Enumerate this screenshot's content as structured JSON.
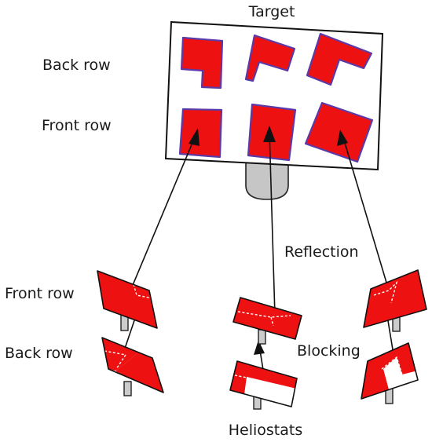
{
  "labels": {
    "target": "Target",
    "back_row_top": "Back row",
    "front_row_top": "Front row",
    "reflection": "Reflection",
    "front_row_bottom": "Front row",
    "back_row_bottom": "Back row",
    "blocking": "Blocking",
    "heliostats": "Heliostats"
  },
  "colors": {
    "heliostat_red": "#ee1111",
    "square_outline": "#5a3aa8",
    "shadow_red": "#a40808",
    "tower_gray": "#cccccc",
    "ink": "#111111"
  }
}
